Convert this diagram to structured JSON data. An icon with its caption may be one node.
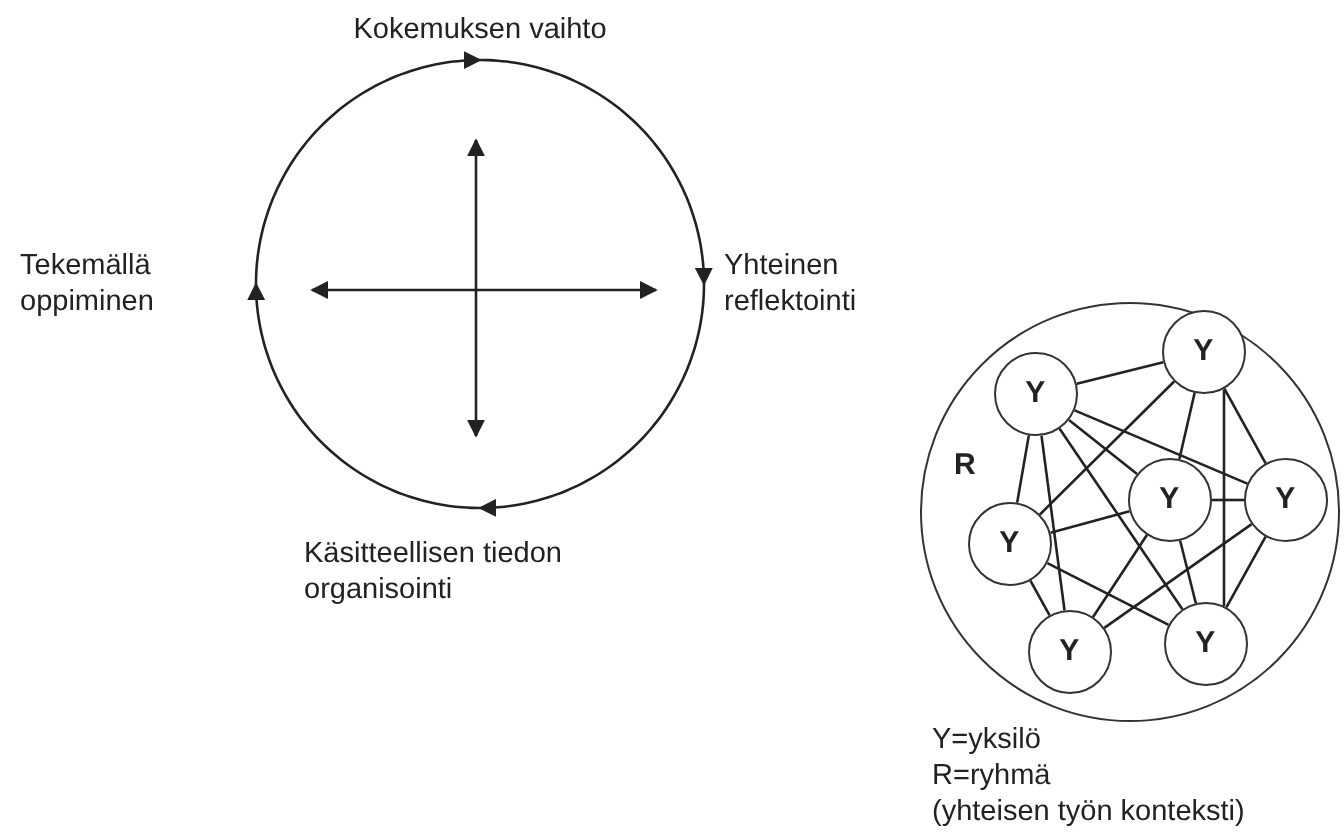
{
  "diagram": {
    "nodes": [
      {
        "text": [
          "Kokemuksen vaihto"
        ]
      },
      {
        "text": [
          "Yhteinen reflektointi"
        ]
      },
      {
        "text": [
          "Käsitteellisen tiedon organisointi"
        ]
      },
      {
        "text": [
          "Tekemällä oppiminen"
        ]
      },
      {
        "text": [
          "R"
        ]
      },
      {
        "text": [
          "Y"
        ],
        "in": 4
      },
      {
        "text": [
          "Y"
        ],
        "in": 4
      },
      {
        "text": [
          "Y"
        ],
        "in": 4
      },
      {
        "text": [
          "Y"
        ],
        "in": 4
      },
      {
        "text": [
          "Y"
        ],
        "in": 4
      },
      {
        "text": [
          "Y"
        ],
        "in": 4
      },
      {
        "text": [
          "Y"
        ],
        "in": 4
      }
    ],
    "edges": [
      {
        "from": 3,
        "to": 0,
        "arrow": "to"
      },
      {
        "from": 0,
        "to": 1,
        "arrow": "to"
      },
      {
        "from": 1,
        "to": 2,
        "arrow": "to"
      },
      {
        "from": 2,
        "to": 3,
        "arrow": "to"
      },
      {
        "from": 0,
        "to": 2,
        "arrow": "both"
      },
      {
        "from": 3,
        "to": 1,
        "arrow": "both"
      },
      {
        "from": 6,
        "to": 5,
        "arrow": "none"
      },
      {
        "from": 6,
        "to": 7,
        "arrow": "none"
      },
      {
        "from": 6,
        "to": 8,
        "arrow": "none"
      },
      {
        "from": 6,
        "to": 9,
        "arrow": "none"
      },
      {
        "from": 6,
        "to": 11,
        "arrow": "none"
      },
      {
        "from": 6,
        "to": 10,
        "arrow": "none"
      },
      {
        "from": 5,
        "to": 9,
        "arrow": "none"
      },
      {
        "from": 5,
        "to": 8,
        "arrow": "none"
      },
      {
        "from": 5,
        "to": 10,
        "arrow": "none"
      },
      {
        "from": 5,
        "to": 7,
        "arrow": "none"
      },
      {
        "from": 7,
        "to": 10,
        "arrow": "none"
      },
      {
        "from": 8,
        "to": 7,
        "arrow": "none"
      },
      {
        "from": 9,
        "to": 8,
        "arrow": "none"
      },
      {
        "from": 8,
        "to": 11,
        "arrow": "none"
      },
      {
        "from": 8,
        "to": 10,
        "arrow": "none"
      },
      {
        "from": 11,
        "to": 7,
        "arrow": "none"
      },
      {
        "from": 9,
        "to": 10,
        "arrow": "none"
      },
      {
        "from": 9,
        "to": 11,
        "arrow": "none"
      }
    ],
    "labels": [
      "Y=yksilö",
      "R=ryhmä",
      "(yhteisen työn konteksti)"
    ]
  }
}
